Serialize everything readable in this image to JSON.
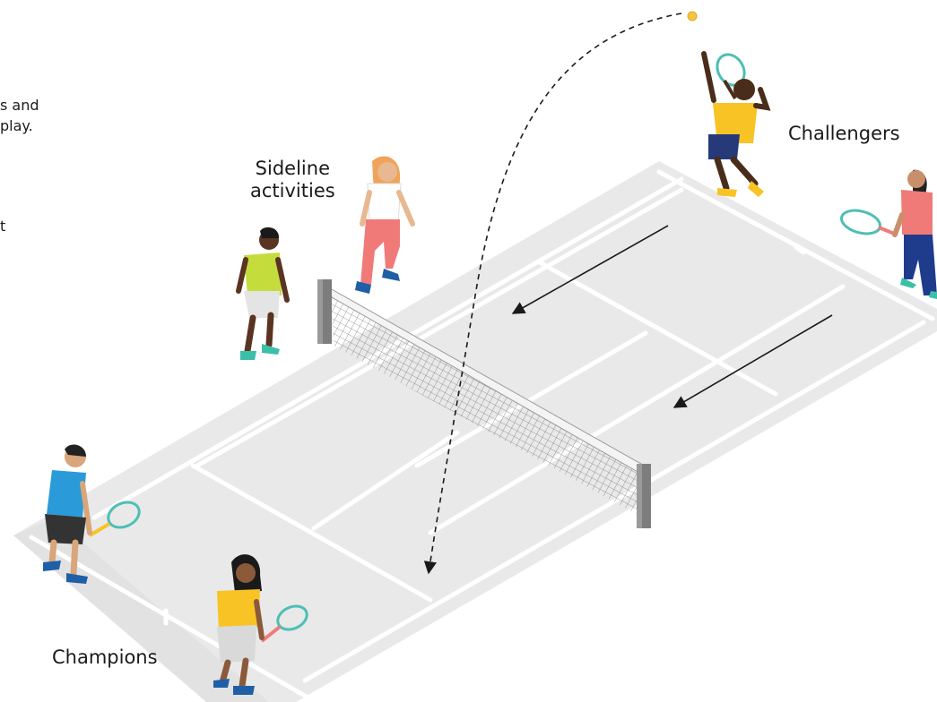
{
  "labels": {
    "sideline": "Sideline\nactivities",
    "challengers": "Challengers",
    "champions": "Champions"
  },
  "cutoff_text": {
    "line1": "s and",
    "line2": "play.",
    "line3": "t"
  },
  "colors": {
    "court": "#e8e8e8",
    "court_edge": "#d7d7d7",
    "lines": "#ffffff",
    "net_post": "#7d7d7d",
    "racket": "#4dbfb4",
    "ball": "#f4c542",
    "arrow": "#1a1a1a"
  },
  "players": [
    {
      "role": "server-challenger",
      "shirt": "#f7c325",
      "shorts": "#263a7a",
      "skin": "#4a2c1a",
      "shoes": "#f7c325"
    },
    {
      "role": "challenger-right",
      "shirt": "#f07a78",
      "shorts": "#1f3c8c",
      "skin": "#c98f6b",
      "shoes": "#3cbfa8"
    },
    {
      "role": "sideline-girl",
      "shirt": "#ffffff",
      "shorts": "#f07a78",
      "skin": "#e8b890",
      "shoes": "#1f5fa8"
    },
    {
      "role": "sideline-boy",
      "shirt": "#c5dc3d",
      "shorts": "#e4e4e4",
      "skin": "#5a3420",
      "shoes": "#3cbfa8"
    },
    {
      "role": "champion-left",
      "shirt": "#2a9bd8",
      "shorts": "#333333",
      "skin": "#d9a57a",
      "shoes": "#1f5fa8"
    },
    {
      "role": "champion-front",
      "shirt": "#f7c325",
      "shorts": "#d9d9d9",
      "skin": "#8a5a3a",
      "shoes": "#1f5fa8"
    }
  ],
  "icons": [
    "tennis-court",
    "tennis-net",
    "tennis-ball",
    "dashed-trajectory-arrow",
    "direction-arrow"
  ]
}
